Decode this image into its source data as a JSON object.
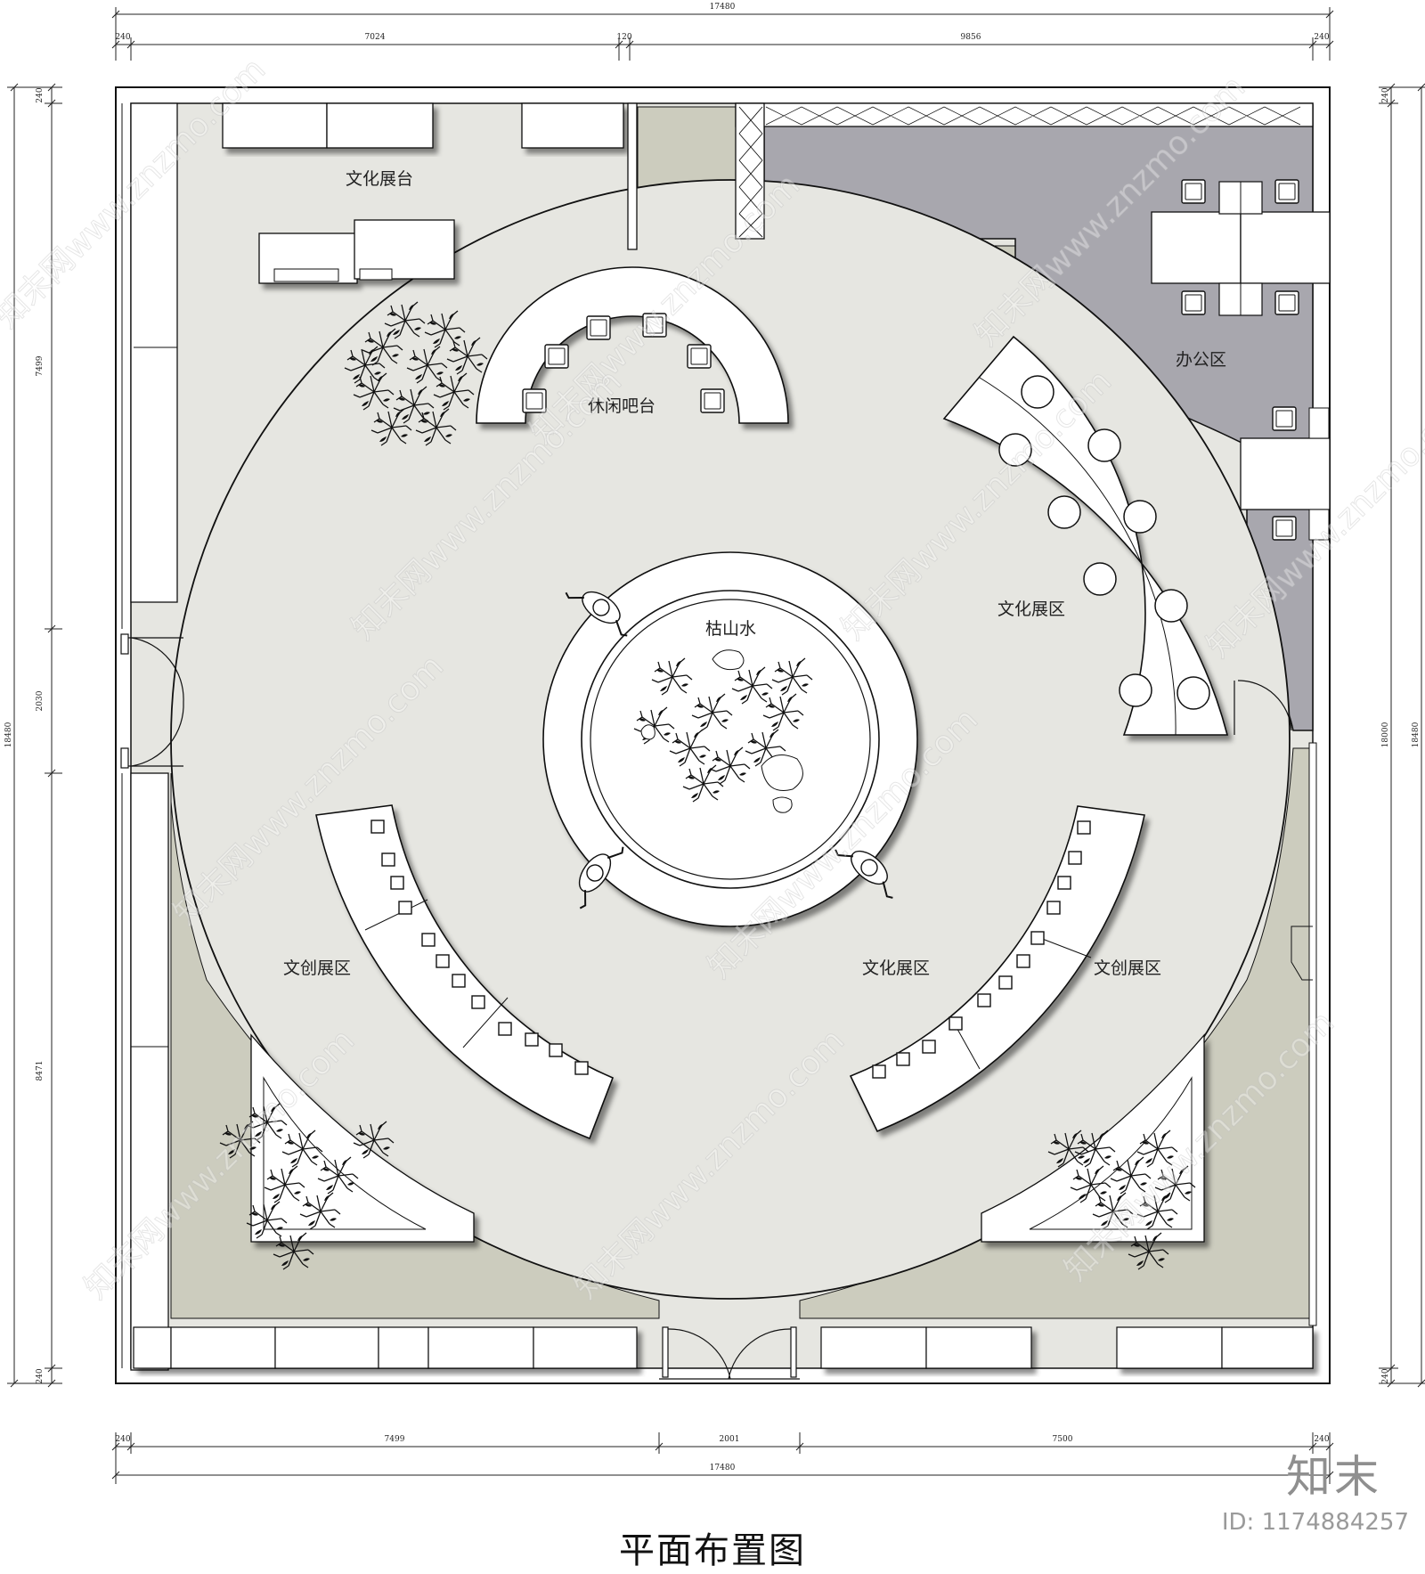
{
  "title": "平面布置图",
  "brand": "知末",
  "image_id": "ID: 1174884257",
  "watermark": "知末网www.znzmo.com",
  "dimensions": {
    "top_total": "17480",
    "top_segments": [
      "240",
      "7024",
      "120",
      "9856",
      "240"
    ],
    "bottom_total": "17480",
    "bottom_segments": [
      "240",
      "7499",
      "2001",
      "7500",
      "240"
    ],
    "left_total": "18480",
    "left_segments": [
      "240",
      "7499",
      "2030",
      "8471",
      "240"
    ],
    "right_inner": "18000",
    "right_total": "18480",
    "right_segments": [
      "240",
      "240"
    ]
  },
  "zones": {
    "culture_stand": "文化展台",
    "leisure_bar": "休闲吧台",
    "office": "办公区",
    "culture_zone_right": "文化展区",
    "dry_landscape": "枯山水",
    "creative_zone_left": "文创展区",
    "culture_zone_center": "文化展区",
    "creative_zone_right": "文创展区"
  },
  "colors": {
    "floor": "#e6e6e1",
    "green": "#ccccbe",
    "office": "#a8a7ae",
    "furniture": "#ffffff",
    "line": "#111111"
  }
}
